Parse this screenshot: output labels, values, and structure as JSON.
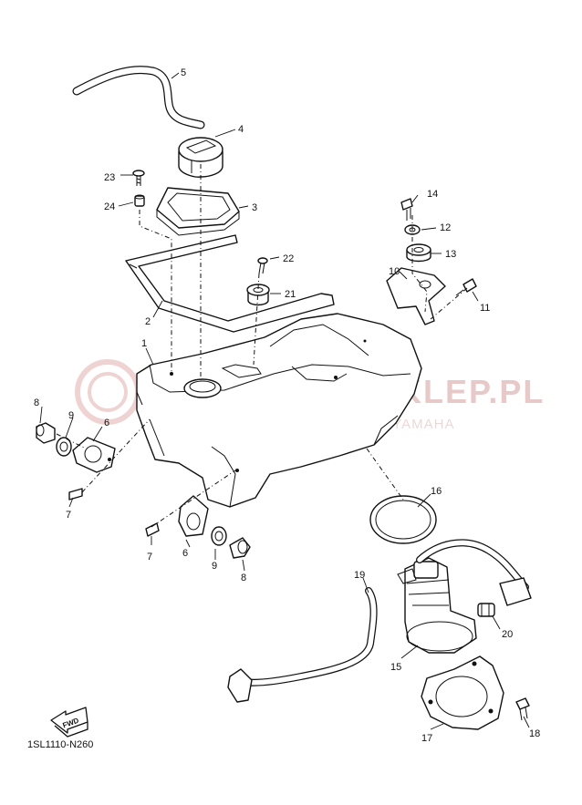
{
  "diagram": {
    "catalog_code": "1SL1110-N260",
    "fwd_label": "FWD",
    "watermark": {
      "line1": "MAS SKLEP.PL",
      "line2": "WOJCIECHOWICZ - DEALER YAMAHA",
      "color": "#e8c9c9"
    },
    "callouts": [
      {
        "id": "1",
        "label": "1"
      },
      {
        "id": "2",
        "label": "2"
      },
      {
        "id": "3",
        "label": "3"
      },
      {
        "id": "4",
        "label": "4"
      },
      {
        "id": "5",
        "label": "5"
      },
      {
        "id": "6a",
        "label": "6"
      },
      {
        "id": "6b",
        "label": "6"
      },
      {
        "id": "7a",
        "label": "7"
      },
      {
        "id": "7b",
        "label": "7"
      },
      {
        "id": "8a",
        "label": "8"
      },
      {
        "id": "8b",
        "label": "8"
      },
      {
        "id": "9a",
        "label": "9"
      },
      {
        "id": "9b",
        "label": "9"
      },
      {
        "id": "10",
        "label": "10"
      },
      {
        "id": "11",
        "label": "11"
      },
      {
        "id": "12",
        "label": "12"
      },
      {
        "id": "13",
        "label": "13"
      },
      {
        "id": "14",
        "label": "14"
      },
      {
        "id": "15",
        "label": "15"
      },
      {
        "id": "16",
        "label": "16"
      },
      {
        "id": "17",
        "label": "17"
      },
      {
        "id": "18",
        "label": "18"
      },
      {
        "id": "19",
        "label": "19"
      },
      {
        "id": "20",
        "label": "20"
      },
      {
        "id": "21",
        "label": "21"
      },
      {
        "id": "22",
        "label": "22"
      },
      {
        "id": "23",
        "label": "23"
      },
      {
        "id": "24",
        "label": "24"
      }
    ]
  }
}
